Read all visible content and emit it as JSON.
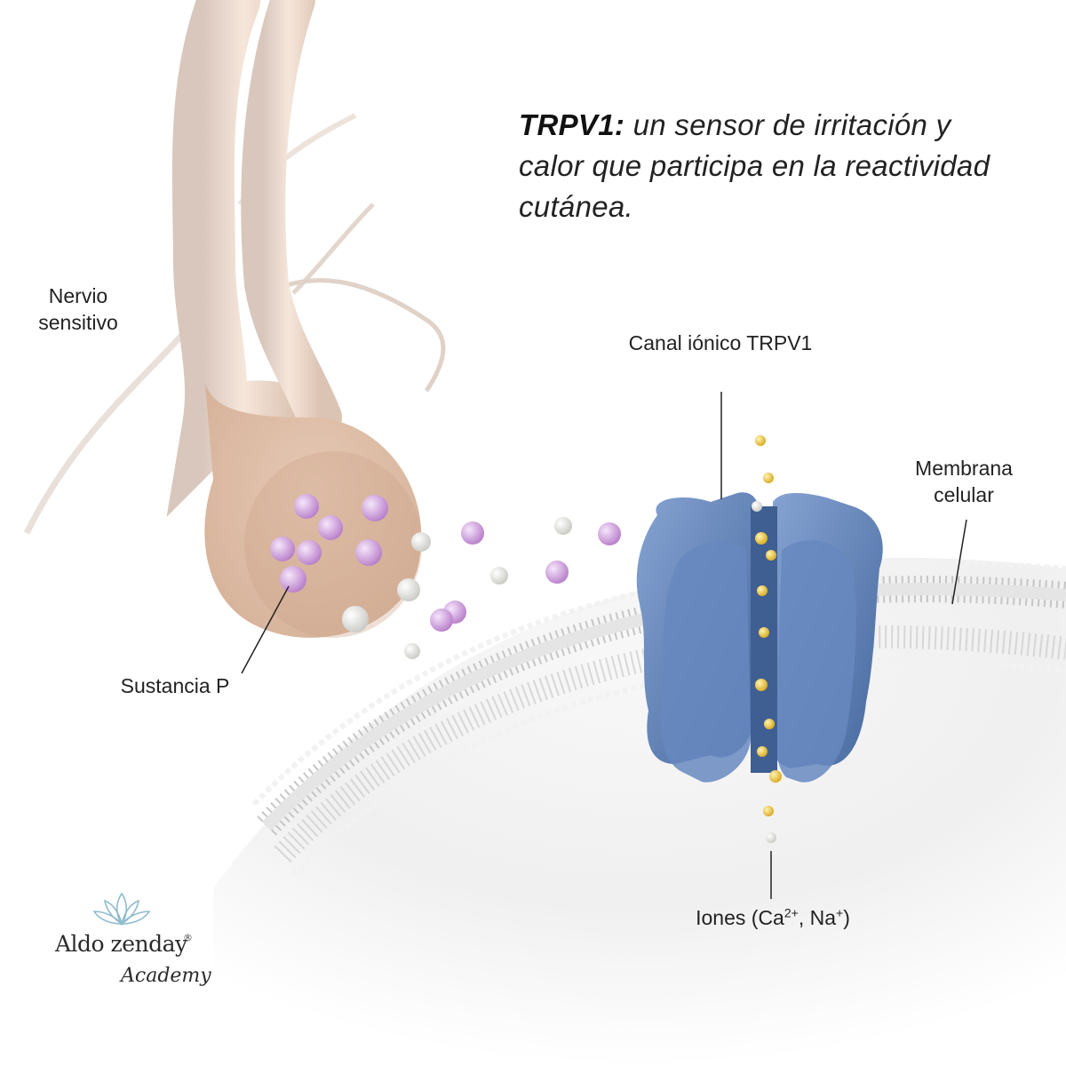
{
  "headline": {
    "bold": "TRPV1:",
    "text": " un sensor de irritación y calor que participa en la reactividad cutánea."
  },
  "labels": {
    "nervio": "Nervio sensitivo",
    "canal": "Canal iónico TRPV1",
    "membrana": "Membrana celular",
    "sustancia": "Sustancia P",
    "iones_prefix": "Iones (Ca",
    "iones_ca_sup": "2+",
    "iones_mid": ", Na",
    "iones_na_sup": "+",
    "iones_suffix": ")"
  },
  "logo": {
    "name": "Aldo zenday",
    "registered": "®",
    "sub": "Academy",
    "icon": "lotus-icon"
  },
  "colors": {
    "channel": "#5b7fb5",
    "substance_p": "#c08ad0",
    "ions": "#e8c43a",
    "nerve": "#f0d6c6",
    "membrane": "#d8d8d8"
  }
}
